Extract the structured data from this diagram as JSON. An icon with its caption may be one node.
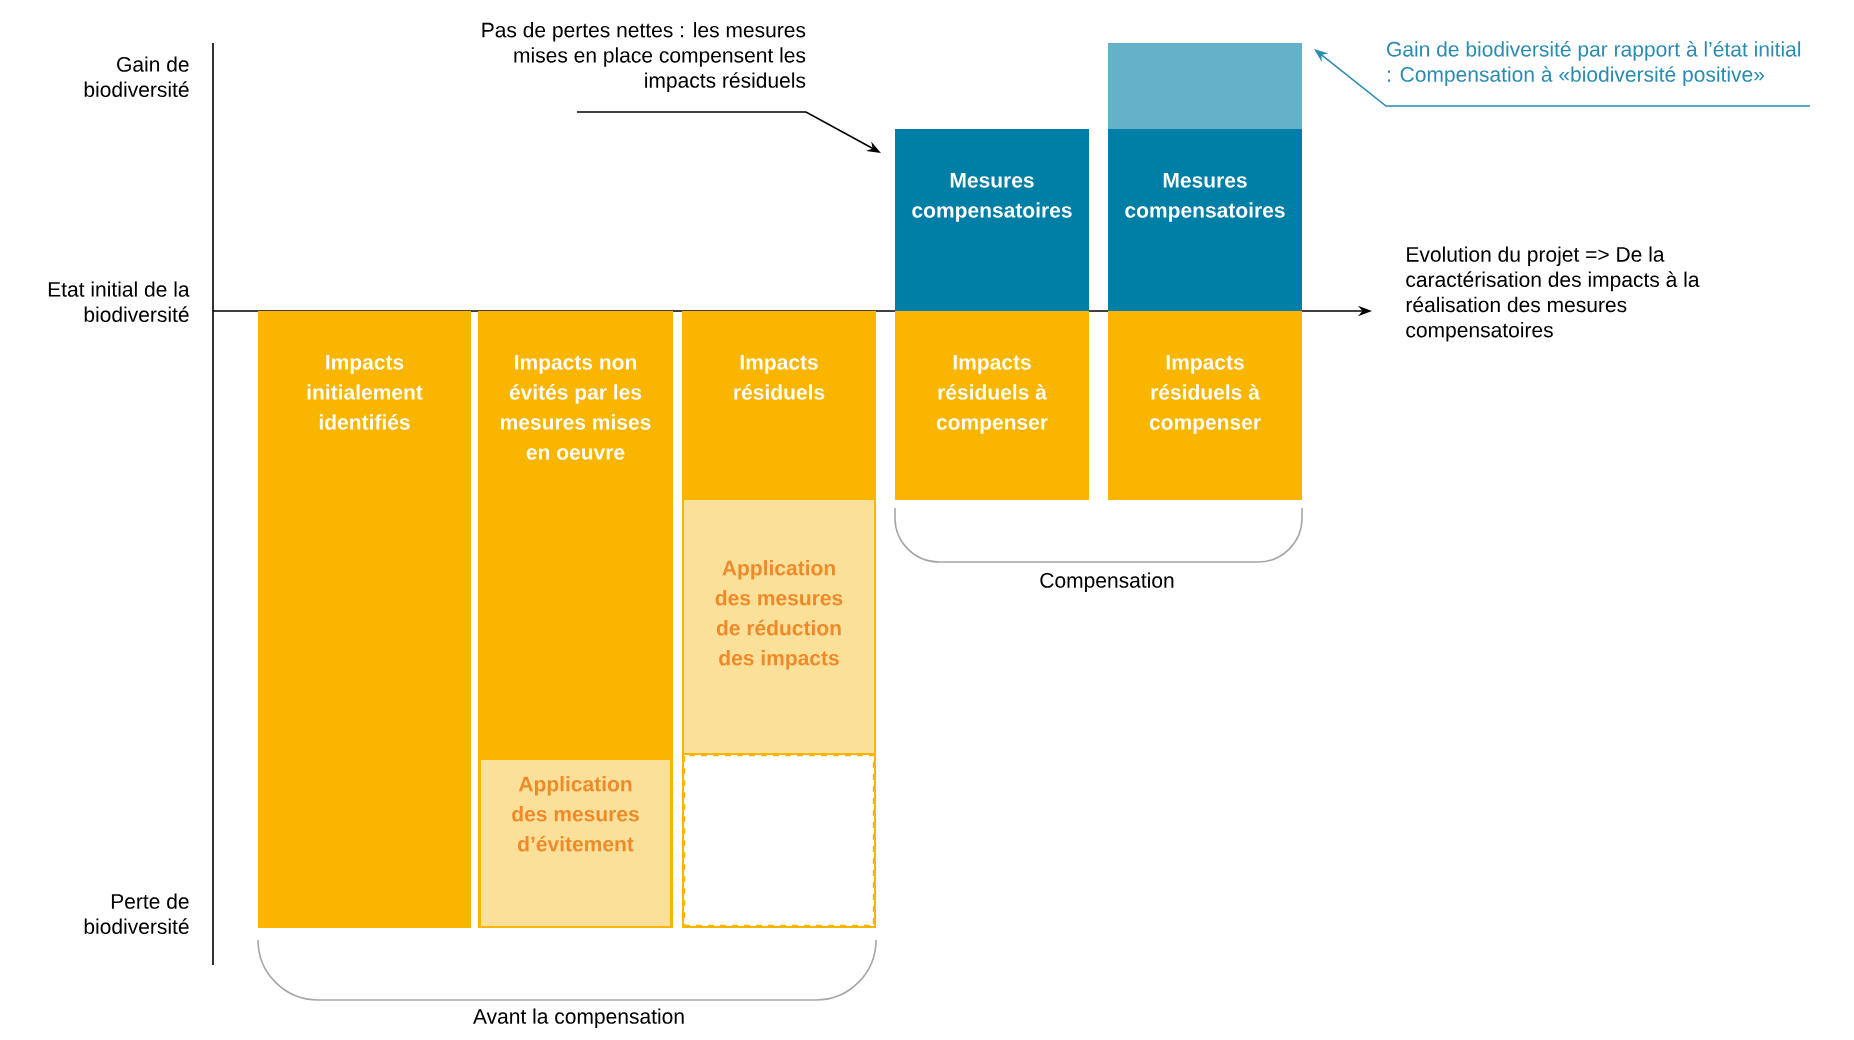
{
  "diagram": {
    "nodes": [
      {
        "text": [
          "Impacts initialement identifiés"
        ]
      },
      {
        "text": [
          "Impacts non évités par les mesures mises en oeuvre"
        ]
      },
      {
        "text": [
          "Application des mesures d’évitement"
        ],
        "in": 1
      },
      {
        "text": [
          "Impacts résiduels"
        ]
      },
      {
        "text": [
          "Application des mesures de réduction des impacts"
        ],
        "in": 3
      },
      {
        "text": [],
        "shape": "box",
        "in": 3
      },
      {
        "text": [
          "Mesures compensatoires"
        ]
      },
      {
        "text": [
          "Impacts résiduels à compenser"
        ]
      },
      {
        "text": [],
        "shape": "box"
      },
      {
        "text": [
          "Mesures compensatoires"
        ]
      },
      {
        "text": [
          "Impacts résiduels à compenser"
        ]
      },
      {
        "text": [
          "Pas de pertes nettes : les mesures mises en place compensent les impacts résiduels"
        ]
      },
      {
        "text": [
          "Gain de biodiversité par rapport à l’état initial : Compensation à «biodiversité positive»"
        ]
      }
    ],
    "edges": [
      {
        "from": 11,
        "to": 6,
        "arrow": "to"
      },
      {
        "from": 12,
        "to": 8,
        "arrow": "to",
        "color": "#2a8bb0"
      }
    ],
    "labels": [
      "Gain de biodiversité",
      "Etat initial de la biodiversité",
      "Evolution du projet => De la caractérisation des impacts à la réalisation des mesures compensatoires",
      "Compensation",
      "Perte de biodiversité",
      "Avant la compensation"
    ]
  }
}
